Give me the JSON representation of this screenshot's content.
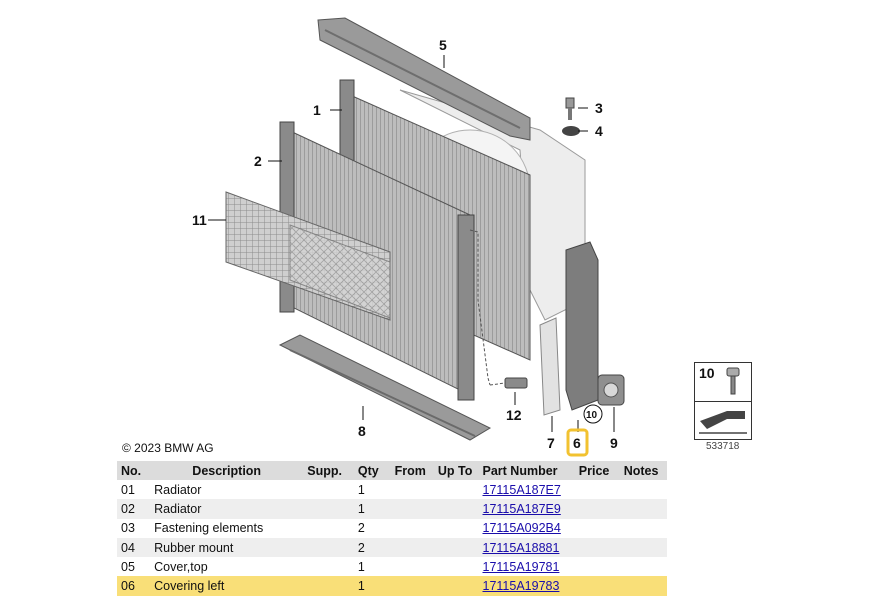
{
  "callouts": {
    "c1": "1",
    "c2": "2",
    "c3": "3",
    "c4": "4",
    "c5": "5",
    "c6": "6",
    "c7": "7",
    "c8": "8",
    "c9": "9",
    "c10": "10",
    "c11": "11",
    "c12": "12"
  },
  "copyright": "© 2023 BMW AG",
  "legend": {
    "number": "10",
    "id": "533718"
  },
  "table": {
    "headers": [
      "No.",
      "Description",
      "Supp.",
      "Qty",
      "From",
      "Up To",
      "Part Number",
      "Price",
      "Notes"
    ],
    "rows": [
      {
        "no": "01",
        "desc": "Radiator",
        "supp": "",
        "qty": "1",
        "from": "",
        "upto": "",
        "pn": "17115A187E7",
        "price": "",
        "notes": ""
      },
      {
        "no": "02",
        "desc": "Radiator",
        "supp": "",
        "qty": "1",
        "from": "",
        "upto": "",
        "pn": "17115A187E9",
        "price": "",
        "notes": ""
      },
      {
        "no": "03",
        "desc": "Fastening elements",
        "supp": "",
        "qty": "2",
        "from": "",
        "upto": "",
        "pn": "17115A092B4",
        "price": "",
        "notes": ""
      },
      {
        "no": "04",
        "desc": "Rubber mount",
        "supp": "",
        "qty": "2",
        "from": "",
        "upto": "",
        "pn": "17115A18881",
        "price": "",
        "notes": ""
      },
      {
        "no": "05",
        "desc": "Cover,top",
        "supp": "",
        "qty": "1",
        "from": "",
        "upto": "",
        "pn": "17115A19781",
        "price": "",
        "notes": ""
      },
      {
        "no": "06",
        "desc": "Covering left",
        "supp": "",
        "qty": "1",
        "from": "",
        "upto": "",
        "pn": "17115A19783",
        "price": "",
        "notes": ""
      }
    ]
  },
  "colors": {
    "highlight": "#f9df78",
    "link": "#1a0dab",
    "header_bg": "#dcdcdc",
    "stripe": "#eeeeee"
  }
}
